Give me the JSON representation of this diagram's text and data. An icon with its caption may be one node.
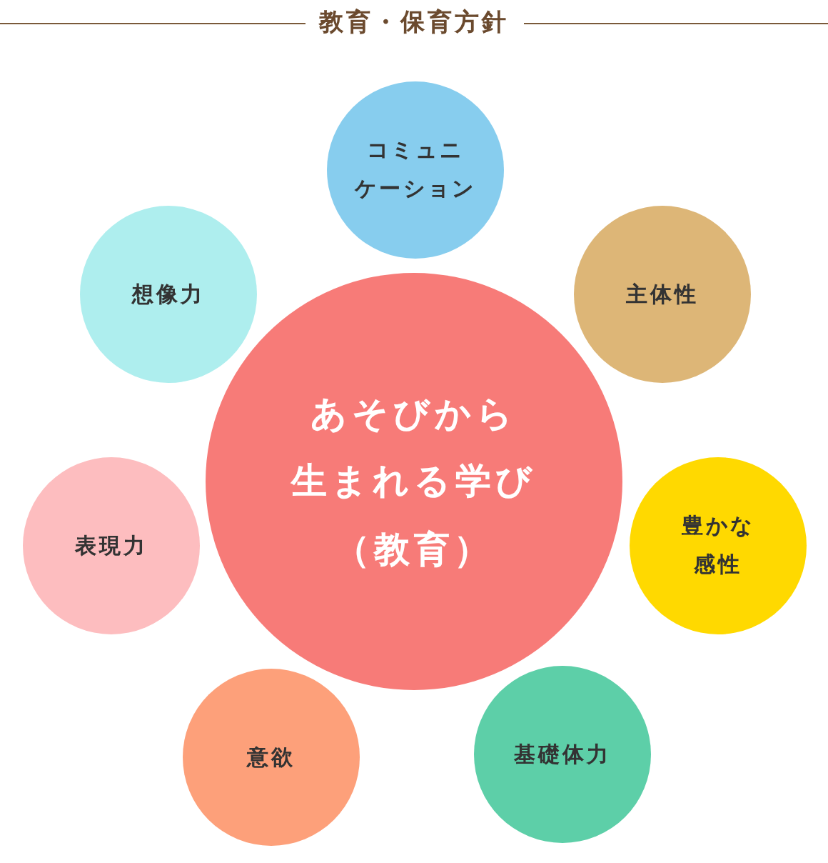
{
  "diagram": {
    "title": "教育・保育方針",
    "nodes": [
      {
        "text": [
          "コミュニケーション"
        ]
      },
      {
        "text": [
          "想像力"
        ]
      },
      {
        "text": [
          "主体性"
        ]
      },
      {
        "text": [
          "あそびから生まれる学び（教育）"
        ]
      },
      {
        "text": [
          "表現力"
        ]
      },
      {
        "text": [
          "豊かな感性"
        ]
      },
      {
        "text": [
          "意欲"
        ]
      },
      {
        "text": [
          "基礎体力"
        ]
      }
    ]
  }
}
